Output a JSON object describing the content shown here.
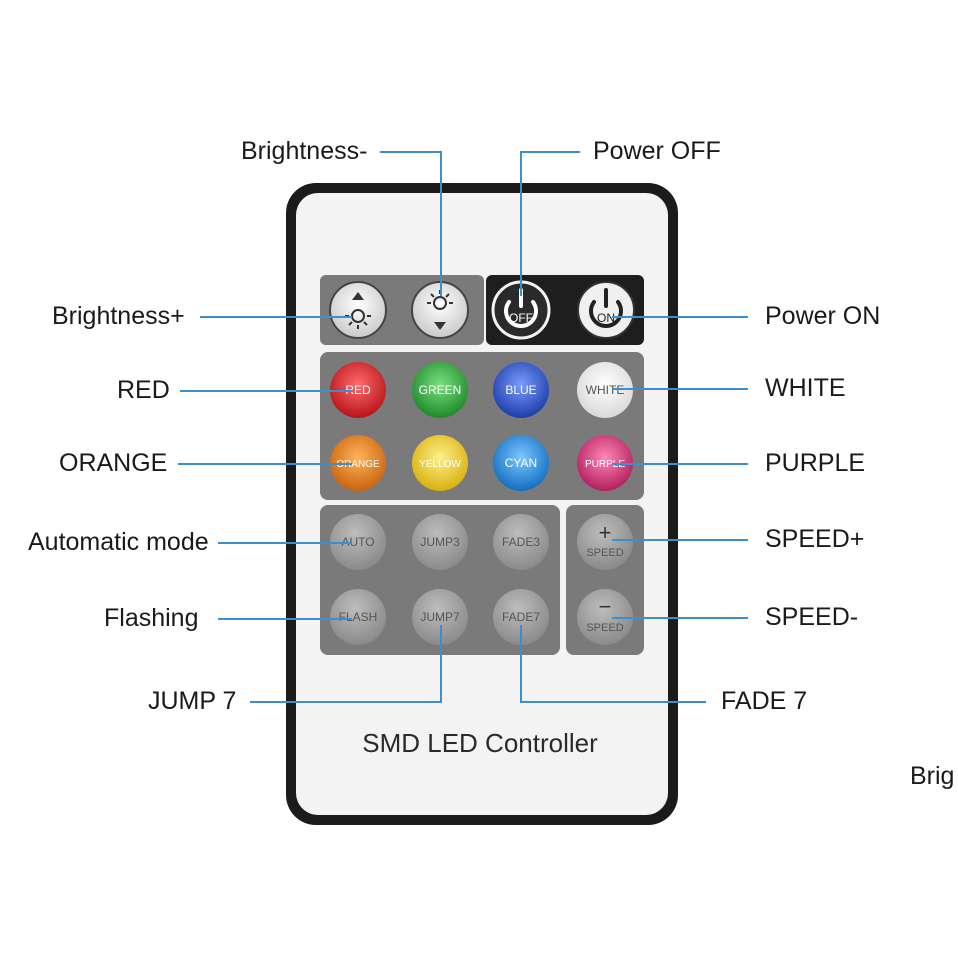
{
  "remote": {
    "title": "SMD LED Controller",
    "buttons": {
      "red": "RED",
      "green": "GREEN",
      "blue": "BLUE",
      "white": "WHITE",
      "orange": "ORANGE",
      "yellow": "YELLOW",
      "cyan": "CYAN",
      "purple": "PURPLE",
      "auto": "AUTO",
      "jump3": "JUMP3",
      "fade3": "FADE3",
      "flash": "FLASH",
      "jump7": "JUMP7",
      "fade7": "FADE7",
      "speed_up_sign": "+",
      "speed_down_sign": "−",
      "speed": "SPEED",
      "off": "OFF",
      "on": "ON"
    },
    "colors": {
      "red": "#d8252b",
      "green": "#2fa83f",
      "blue": "#2a55c9",
      "white": "#f4f4f4",
      "orange": "#e8821e",
      "yellow": "#f2d32a",
      "cyan": "#1f8fe0",
      "purple": "#d63c7c",
      "label_line": "#3b8fcf"
    }
  },
  "callouts": {
    "brightness_minus": "Brightness-",
    "power_off": "Power OFF",
    "brightness_plus": "Brightness+",
    "power_on": "Power ON",
    "red": "RED",
    "white": "WHITE",
    "orange": "ORANGE",
    "purple": "PURPLE",
    "automatic_mode": "Automatic mode",
    "speed_plus": "SPEED+",
    "flashing": "Flashing",
    "speed_minus": "SPEED-",
    "jump7": "JUMP 7",
    "fade7": "FADE 7",
    "cut_off": "Brig"
  }
}
